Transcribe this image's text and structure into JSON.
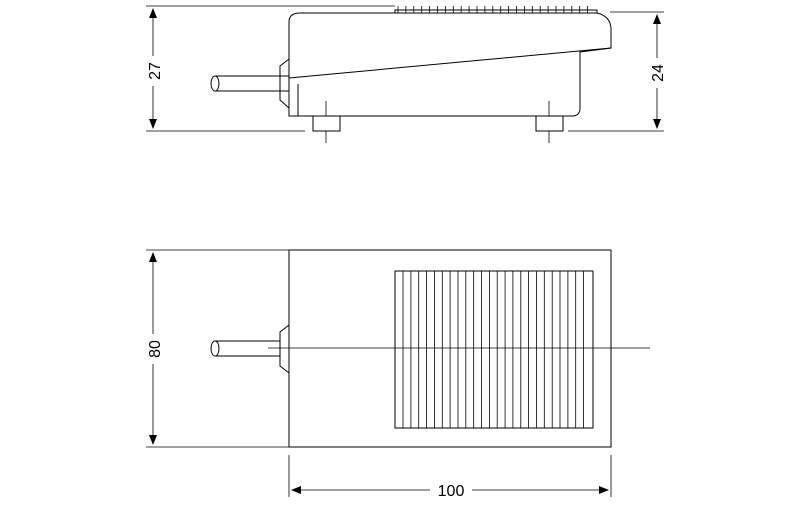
{
  "dimensions": {
    "side_total_height": "27",
    "side_body_height": "24",
    "top_depth": "80",
    "top_width": "100"
  },
  "colors": {
    "line": "#000000",
    "background": "#ffffff"
  }
}
